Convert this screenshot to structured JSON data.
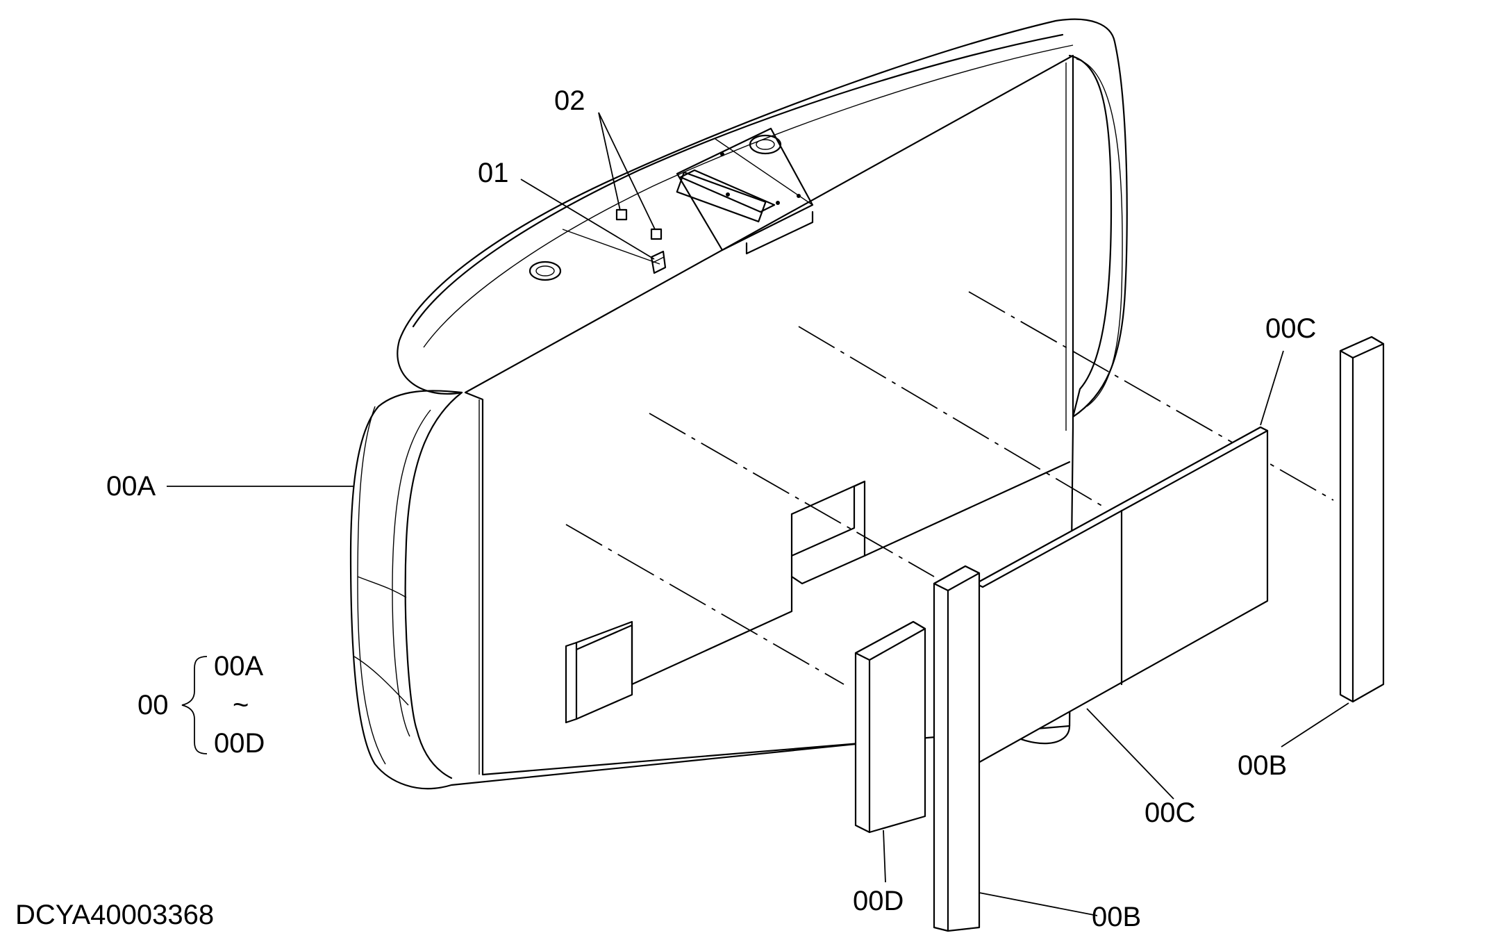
{
  "labels": {
    "part_01": "01",
    "part_02": "02",
    "part_00A": "00A",
    "part_00B_right": "00B",
    "part_00B_bottom": "00B",
    "part_00C_top": "00C",
    "part_00C_bottom": "00C",
    "part_00D": "00D",
    "group_00": "00",
    "group_range_start": "00A",
    "group_range_sep": "~",
    "group_range_end": "00D"
  },
  "drawing_id": "DCYA40003368"
}
